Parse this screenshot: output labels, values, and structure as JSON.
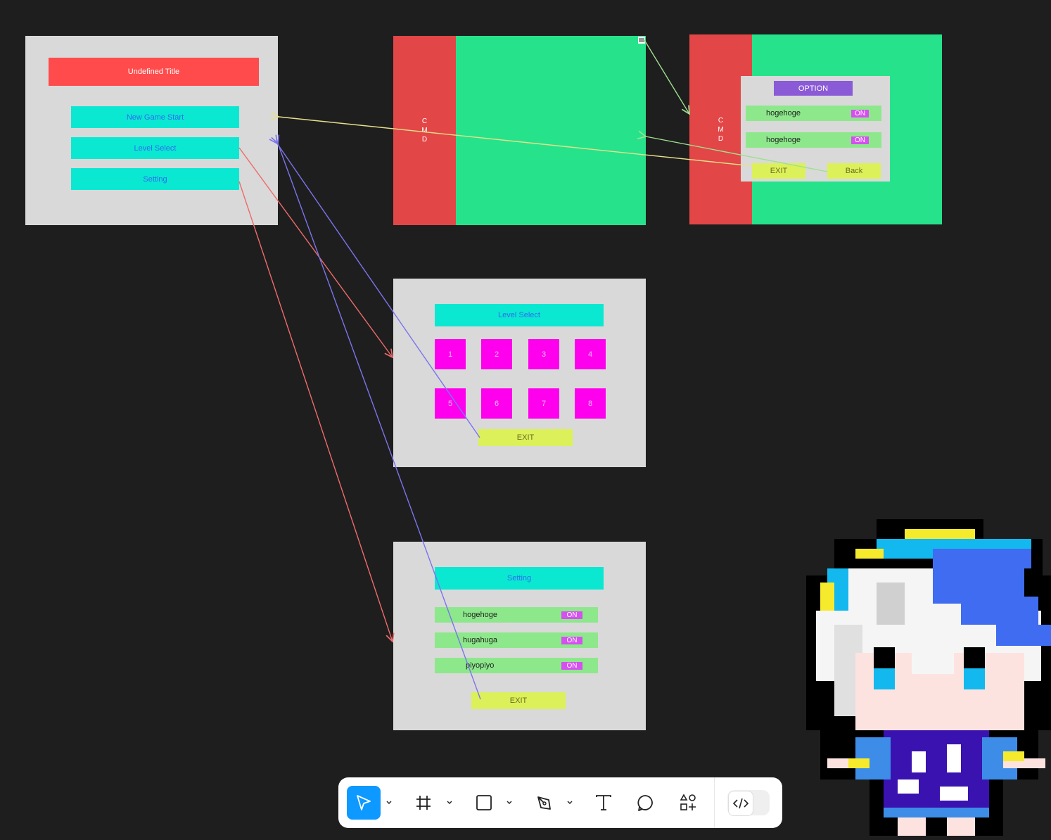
{
  "title_screen": {
    "title": "Undefined Title",
    "buttons": [
      "New Game Start",
      "Level Select",
      "Setting"
    ]
  },
  "game_screen": {
    "cmd_label": "C\nM\nD"
  },
  "option_screen": {
    "cmd_label": "C\nM\nD",
    "header": "OPTION",
    "rows": [
      {
        "label": "hogehoge",
        "state": "ON"
      },
      {
        "label": "hogehoge",
        "state": "ON"
      }
    ],
    "exit": "EXIT",
    "back": "Back"
  },
  "level_select": {
    "header": "Level Select",
    "levels": [
      "1",
      "2",
      "3",
      "4",
      "5",
      "6",
      "7",
      "8"
    ],
    "exit": "EXIT"
  },
  "setting": {
    "header": "Setting",
    "rows": [
      {
        "label": "hogehoge",
        "state": "ON"
      },
      {
        "label": "hugahuga",
        "state": "ON"
      },
      {
        "label": "piyopiyo",
        "state": "ON"
      }
    ],
    "exit": "EXIT"
  },
  "toolbar": {
    "tools": [
      "move-tool",
      "frame-tool",
      "rectangle-tool",
      "pen-tool",
      "text-tool",
      "comment-tool",
      "actions-tool",
      "dev-mode-toggle"
    ],
    "active_tool": "move-tool",
    "accent_color": "#0d99ff"
  },
  "colors": {
    "canvas": "#1e1e1e",
    "frame": "#d9d9d9",
    "title_bar": "#ff4b4b",
    "cyan": "#0be8d2",
    "magenta": "#ff00ee",
    "yellow": "#dcf05a",
    "green_row": "#8de88b",
    "game_green": "#26e38b",
    "cmd_red": "#e24646",
    "option_purple": "#8b5ad6"
  }
}
